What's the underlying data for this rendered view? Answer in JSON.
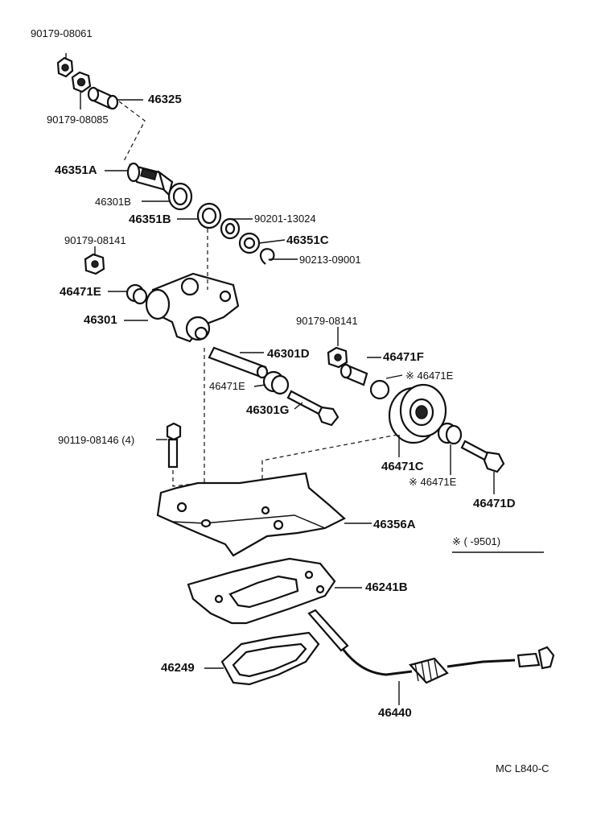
{
  "labels": {
    "p90179_08061": "90179-08061",
    "p90179_08085": "90179-08085",
    "p46325": "46325",
    "p46351A": "46351A",
    "p46301B": "46301B",
    "p46351B": "46351B",
    "p90201_13024": "90201-13024",
    "p46351C": "46351C",
    "p90213_09001": "90213-09001",
    "p90179_08141_a": "90179-08141",
    "p46471E_a": "46471E",
    "p46301": "46301",
    "p90179_08141_b": "90179-08141",
    "p46301D": "46301D",
    "p46471F": "46471F",
    "p46471E_star1": "※ 46471E",
    "p46471E_b": "46471E",
    "p46301G": "46301G",
    "p90119_08146": "90119-08146 (4)",
    "p46471C": "46471C",
    "p46471E_star2": "※ 46471E",
    "p46471D": "46471D",
    "p46356A": "46356A",
    "note": "※ (      -9501)",
    "p46241B": "46241B",
    "p46249": "46249",
    "p46440": "46440",
    "code": "MC  L840-C"
  }
}
